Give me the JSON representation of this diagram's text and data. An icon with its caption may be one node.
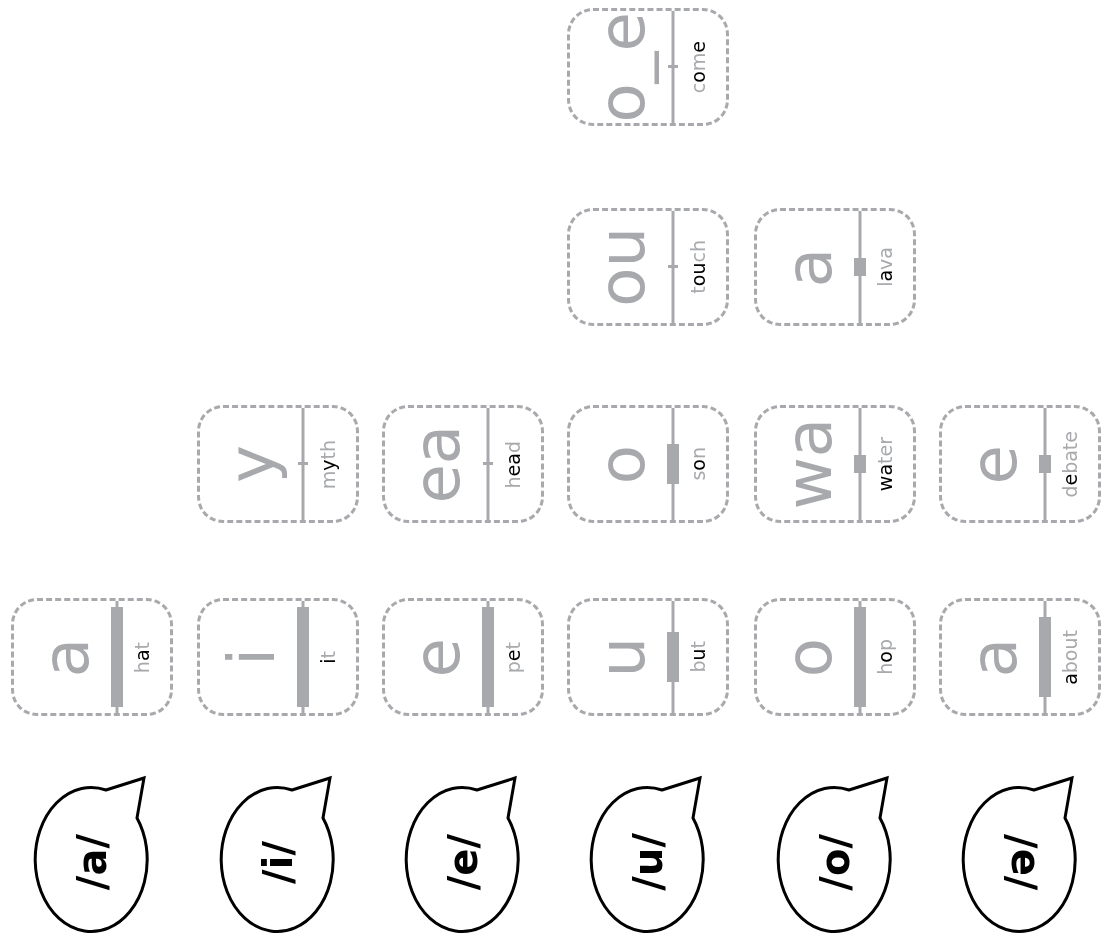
{
  "diagram": {
    "nodes": [
      {
        "text": [
          "/a/"
        ]
      },
      {
        "text": [
          "a",
          "h**a**t"
        ]
      },
      {
        "text": [
          "/i/"
        ]
      },
      {
        "text": [
          "i",
          "**i**t"
        ]
      },
      {
        "text": [
          "y",
          "m**y**th"
        ]
      },
      {
        "text": [
          "/e/"
        ]
      },
      {
        "text": [
          "e",
          "p**e**t"
        ]
      },
      {
        "text": [
          "ea",
          "h**ea**d"
        ]
      },
      {
        "text": [
          "/u/"
        ]
      },
      {
        "text": [
          "u",
          "b**u**t"
        ]
      },
      {
        "text": [
          "o",
          "s**o**n"
        ]
      },
      {
        "text": [
          "ou",
          "t**ou**ch"
        ]
      },
      {
        "text": [
          "o_e",
          "c**o**m**e**"
        ]
      },
      {
        "text": [
          "/o/"
        ]
      },
      {
        "text": [
          "o",
          "h**o**p"
        ]
      },
      {
        "text": [
          "wa",
          "**wa**ter"
        ]
      },
      {
        "text": [
          "a",
          "l**a**va"
        ]
      },
      {
        "text": [
          "/ə/"
        ]
      },
      {
        "text": [
          "a",
          "**a**bout"
        ]
      },
      {
        "text": [
          "e",
          "d**e**bate"
        ]
      }
    ]
  }
}
